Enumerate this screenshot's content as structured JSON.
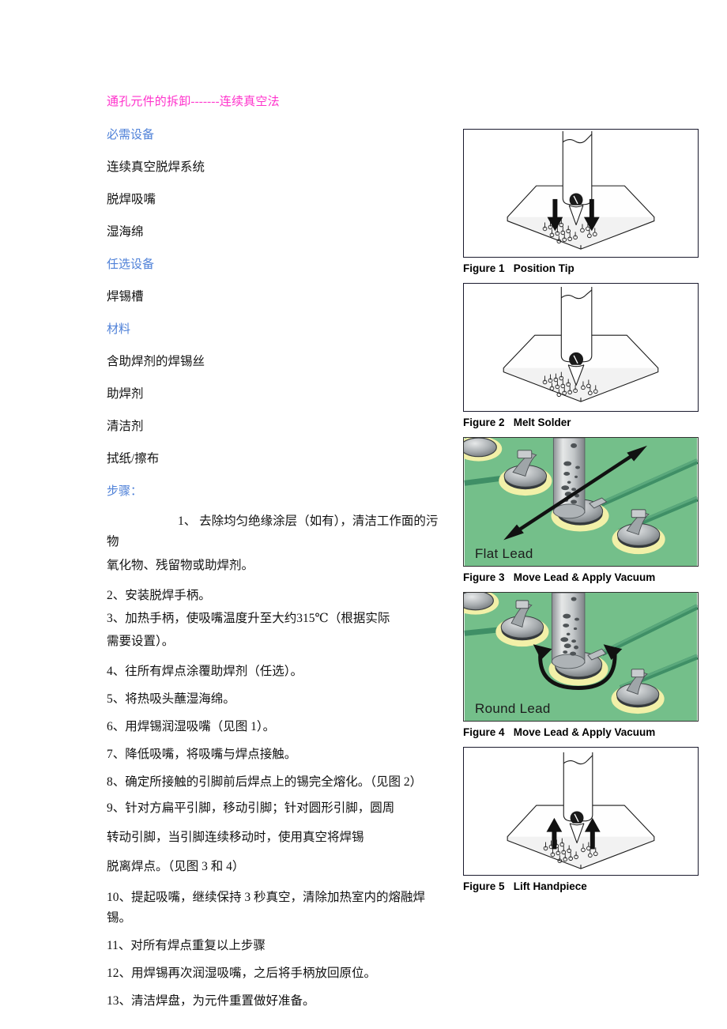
{
  "document": {
    "title": "通孔元件的拆卸-------连续真空法",
    "sections": {
      "required_equipment_heading": "必需设备",
      "required_equipment": [
        "连续真空脱焊系统",
        "脱焊吸嘴",
        "湿海绵"
      ],
      "optional_equipment_heading": "任选设备",
      "optional_equipment": [
        "焊锡槽"
      ],
      "materials_heading": "材料",
      "materials": [
        "含助焊剂的焊锡丝",
        "助焊剂",
        "清洁剂",
        "拭纸/擦布"
      ],
      "steps_heading": "步骤："
    },
    "steps": [
      "1、 去除均匀绝缘涂层（如有），清洁工作面的污物",
      "氧化物、残留物或助焊剂。",
      "2、安装脱焊手柄。",
      "3、加热手柄，使吸嘴温度升至大约315℃（根据实际",
      "需要设置）。",
      "4、往所有焊点涂覆助焊剂（任选）。",
      "5、将热吸头蘸湿海绵。",
      "6、用焊锡润湿吸嘴（见图 1）。",
      "7、降低吸嘴，将吸嘴与焊点接触。",
      "8、确定所接触的引脚前后焊点上的锡完全熔化。（见图 2）",
      "9、针对方扁平引脚，移动引脚；针对圆形引脚，圆周",
      "转动引脚，当引脚连续移动时，使用真空将焊锡",
      "脱离焊点。（见图 3 和 4）",
      "10、提起吸嘴，继续保持 3 秒真空，清除加热室内的熔融焊锡。",
      "11、对所有焊点重复以上步骤",
      "12、用焊锡再次润湿吸嘴，之后将手柄放回原位。",
      "13、清洁焊盘，为元件重置做好准备。"
    ]
  },
  "figures": [
    {
      "id": "figure-1",
      "caption": "Figure 1   Position Tip",
      "style": "line-art",
      "description": "desoldering-handpiece-above-pcb-with-down-arrows"
    },
    {
      "id": "figure-2",
      "caption": "Figure 2   Melt Solder",
      "style": "line-art",
      "description": "desoldering-tip-contacting-solder-joint"
    },
    {
      "id": "figure-3",
      "caption": "Figure 3   Move Lead & Apply Vacuum",
      "style": "photo",
      "lead_label": "Flat Lead",
      "description": "green-pcb-flat-lead-with-double-headed-arrow"
    },
    {
      "id": "figure-4",
      "caption": "Figure 4   Move Lead & Apply Vacuum",
      "style": "photo",
      "lead_label": "Round Lead",
      "description": "green-pcb-round-lead-with-circular-rotation-arrow"
    },
    {
      "id": "figure-5",
      "caption": "Figure 5   Lift Handpiece",
      "style": "line-art",
      "description": "desoldering-handpiece-lifting-with-up-arrows"
    }
  ],
  "colors": {
    "title": "#ff33cc",
    "subheading": "#4f81d8",
    "body_text": "#111111",
    "pcb_green": "#74bf8a",
    "pad_yellow": "#f2f0a8",
    "metal_gray": "#b8bcbe"
  }
}
